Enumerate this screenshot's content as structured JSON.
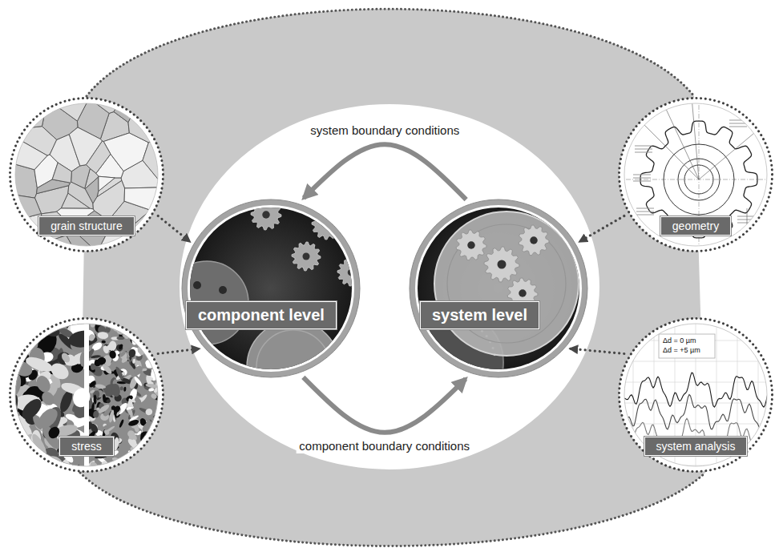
{
  "diagram": {
    "nodes": [
      {
        "text": [
          "grain structure"
        ]
      },
      {
        "text": [
          "stress"
        ]
      },
      {
        "text": [
          "component level"
        ]
      },
      {
        "text": [
          "system level"
        ]
      },
      {
        "text": [
          "geometry"
        ]
      },
      {
        "text": [
          "system analysis"
        ]
      }
    ],
    "edges": [
      {
        "from": 3,
        "to": 2,
        "arrow": "to",
        "label": "system boundary conditions"
      },
      {
        "from": 2,
        "to": 3,
        "arrow": "to",
        "label": "component boundary conditions"
      },
      {
        "from": 0,
        "to": 2,
        "arrow": "to"
      },
      {
        "from": 1,
        "to": 2,
        "arrow": "to"
      },
      {
        "from": 4,
        "to": 3,
        "arrow": "to"
      },
      {
        "from": 5,
        "to": 3,
        "arrow": "to"
      }
    ],
    "labels": [
      "Δd = 0 µm",
      "Δd = +5 µm"
    ]
  }
}
